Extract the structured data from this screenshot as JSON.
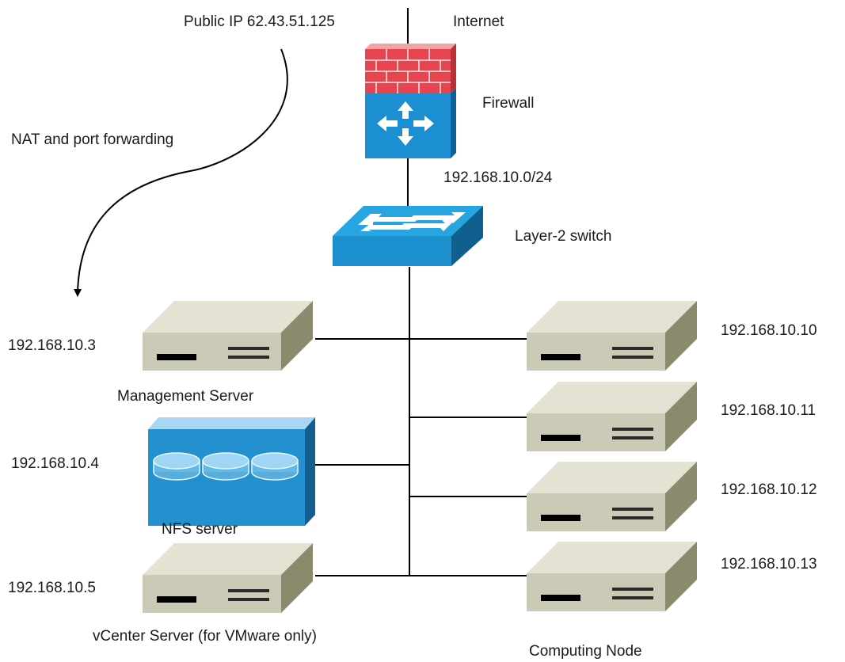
{
  "labels": {
    "public_ip": "Public IP 62.43.51.125",
    "internet": "Internet",
    "nat": "NAT and port forwarding",
    "firewall": "Firewall",
    "subnet": "192.168.10.0/24",
    "switch": "Layer-2 switch",
    "mgmt_ip": "192.168.10.3",
    "mgmt_name": "Management Server",
    "nfs_ip": "192.168.10.4",
    "nfs_name": "NFS server",
    "vcenter_ip": "192.168.10.5",
    "vcenter_name": "vCenter Server (for VMware only)",
    "node_ips": [
      "192.168.10.10",
      "192.168.10.11",
      "192.168.10.12",
      "192.168.10.13"
    ],
    "node_name": "Computing Node"
  },
  "colors": {
    "firewall_brick": "#e8444f",
    "firewall_body": "#1b8fd2",
    "switch_top": "#27a5e0",
    "server_face": "#cbcab6",
    "server_side": "#8a8a6c",
    "nfs_body": "#2390cf",
    "line": "#000000"
  }
}
